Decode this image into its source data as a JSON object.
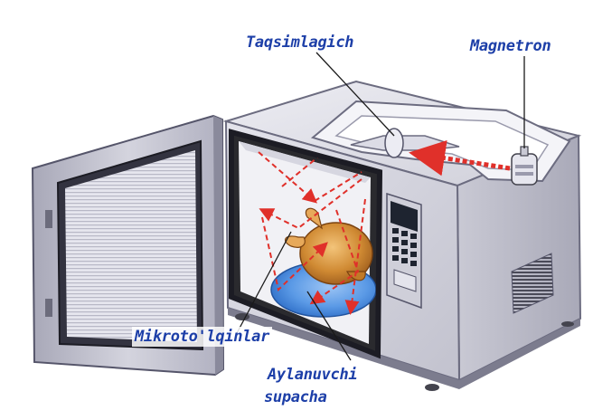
{
  "labels": {
    "distributor": "Taqsimlagich",
    "magnetron": "Magnetron",
    "microwaves": "Mikroto'lqinlar",
    "turntable_line1": "Aylanuvchi",
    "turntable_line2": "supacha"
  },
  "colors": {
    "label_text": "#1d3fa8",
    "body_light": "#dcdce4",
    "body_mid": "#b9b9c6",
    "body_dark": "#8e8ea0",
    "door_frame": "#c6c6d2",
    "door_window": "#e2e2ea",
    "cavity": "#f1f1f5",
    "seal": "#2a2a2e",
    "wave_arrow": "#e0302a",
    "turntable": "#4a8fe0",
    "turkey": "#d28a30",
    "keypad": "#1e2430"
  },
  "icons": [
    "microwave-oven-illustration",
    "magnetron-component",
    "stirrer-fan",
    "turkey",
    "turntable-plate"
  ]
}
